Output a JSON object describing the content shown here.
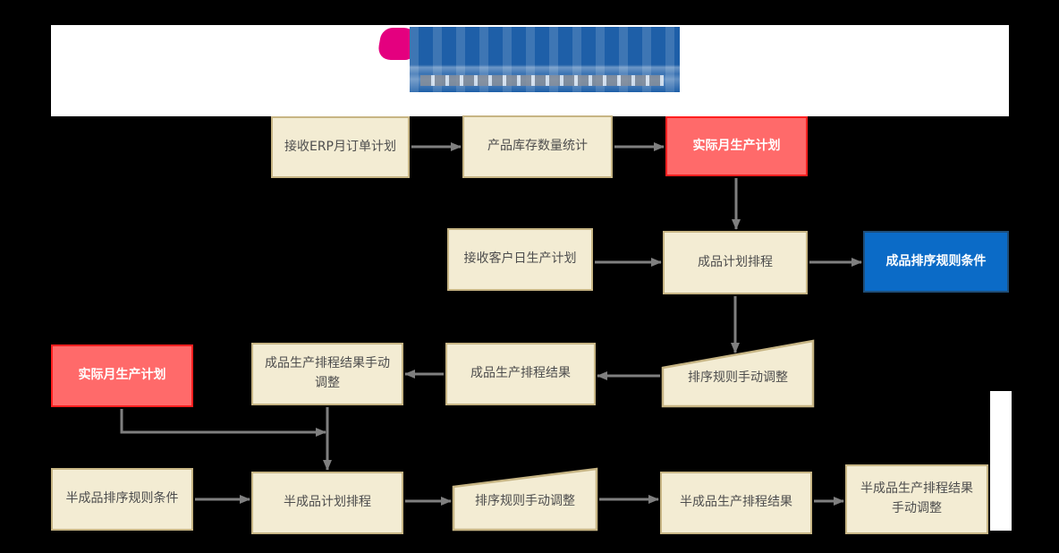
{
  "page": {
    "background": "#000000"
  },
  "header": {
    "band_color": "#FFFFFF",
    "logo": {
      "mark_color": "#E4007F",
      "text_block_color": "#1E5FA8",
      "subtext_color": "#8A8F98"
    }
  },
  "colors": {
    "process_fill": "#F3ECD3",
    "process_border": "#C7B584",
    "process_text": "#4D4D4D",
    "highlight_fill": "#FF6A6A",
    "highlight_border": "#FF1F1F",
    "highlight_text": "#FFFFFF",
    "rule_fill": "#0B6BC7",
    "rule_border": "#1F4E79",
    "rule_text": "#FFFFFF",
    "arrow": "#7F7F7F"
  },
  "nodes": {
    "erp_order": {
      "label": "接收ERP月订单计划"
    },
    "inventory_count": {
      "label": "产品库存数量统计"
    },
    "actual_monthly_plan_top": {
      "label": "实际月生产计划"
    },
    "customer_daily_plan": {
      "label": "接收客户日生产计划"
    },
    "finished_schedule": {
      "label": "成品计划排程"
    },
    "finished_sort_rules": {
      "label": "成品排序规则条件"
    },
    "actual_monthly_plan_left": {
      "label": "实际月生产计划"
    },
    "finished_result_manual": {
      "label": "成品生产排程结果手动调整"
    },
    "finished_result": {
      "label": "成品生产排程结果"
    },
    "sort_manual_adjust_1": {
      "label": "排序规则手动调整"
    },
    "semi_sort_rules": {
      "label": "半成品排序规则条件"
    },
    "semi_schedule": {
      "label": "半成品计划排程"
    },
    "sort_manual_adjust_2": {
      "label": "排序规则手动调整"
    },
    "semi_result": {
      "label": "半成品生产排程结果"
    },
    "semi_result_manual": {
      "label": "半成品生产排程结果手动调整"
    }
  }
}
